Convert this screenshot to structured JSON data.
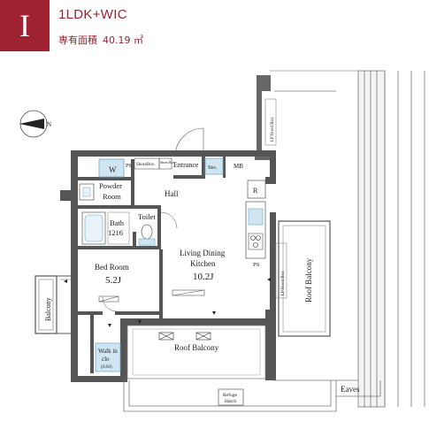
{
  "header": {
    "badge_letter": "I",
    "plan_type": "1LDK+WIC",
    "area_label": "専有面積",
    "area_value": "40.19 ㎡"
  },
  "compass": {
    "north_label": "N"
  },
  "rooms": {
    "wc": "W",
    "ps_top": "PS",
    "shoes_box_1": "ShoesBox",
    "shoes_box_2": "Shoes Box",
    "entrance": "Entrance",
    "sto": "Sto.",
    "mb": "MB",
    "powder_room_line1": "Powder",
    "powder_room_line2": "Room",
    "hall": "Hall",
    "bath_line1": "Bath",
    "bath_line2": "1216",
    "toilet": "Toilet",
    "refrigerator": "R",
    "bed_room": "Bed Room",
    "bed_room_size": "5.2J",
    "ldk_line1": "Living Dining",
    "ldk_line2": "Kitchen",
    "ldk_size": "10.2J",
    "ps_kitchen": "PS",
    "walk_in_closet_line1": "Walk in",
    "walk_in_closet_line2": "clo",
    "walk_in_closet_size": "(0.8J)",
    "balcony_side": "Balcony",
    "roof_balcony_bottom": "Roof Balcony",
    "roof_balcony_right": "Roof Balcony",
    "eaves": "Eaves",
    "refuge_hatch_line1": "Refuge",
    "refuge_hatch_line2": "Hatch",
    "hood_top": "LP Hood Box",
    "hood_right": "LP Hood Box"
  },
  "colors": {
    "accent": "#9e2230",
    "wall": "#555555",
    "wet_area": "#cfe6f2",
    "wet_stroke": "#6aa8c8"
  }
}
